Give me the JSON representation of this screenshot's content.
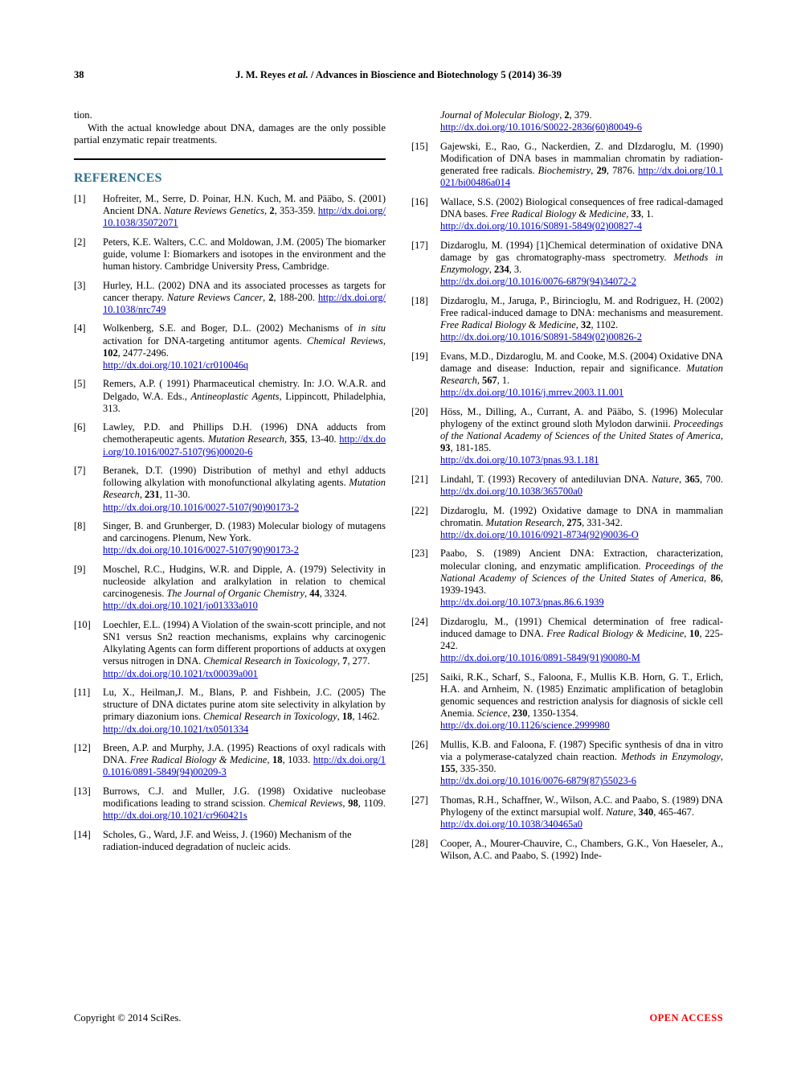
{
  "page": {
    "folio": "38",
    "running_title_prefix": "J. M. Reyes ",
    "running_title_etal": "et al.",
    "running_title_suffix": " / Advances in Bioscience and Biotechnology 5 (2014) 36-39"
  },
  "colors": {
    "heading": "#2E7190",
    "link": "#0000CC",
    "open_access": "#FF0000"
  },
  "left_column": {
    "continued_paragraph": "tion.",
    "paragraph_2": "With the actual knowledge about DNA, damages are the only possible partial enzymatic repair treatments.",
    "section_heading": "REFERENCES"
  },
  "references": [
    {
      "num": "[1]",
      "text_before": "Hofreiter, M., Serre, D. Poinar, H.N. Kuch, M. and Pääbo, S. (2001) Ancient DNA. ",
      "italic": "Nature Reviews Genetics",
      "text_mid": ", ",
      "bold": "2",
      "text_after": ", 353-359. ",
      "doi": "http://dx.doi.org/10.1038/35072071"
    },
    {
      "num": "[2]",
      "text_before": "Peters, K.E. Walters, C.C. and Moldowan, J.M. (2005) The biomarker guide, volume I: Biomarkers and isotopes in the environment and the human history. Cambridge University Press, Cambridge.",
      "italic": "",
      "text_mid": "",
      "bold": "",
      "text_after": "",
      "doi": ""
    },
    {
      "num": "[3]",
      "text_before": "Hurley, H.L. (2002) DNA and its associated processes as targets for cancer therapy. ",
      "italic": "Nature Reviews Cancer",
      "text_mid": ", ",
      "bold": "2",
      "text_after": ", 188-200. ",
      "doi": "http://dx.doi.org/10.1038/nrc749"
    },
    {
      "num": "[4]",
      "text_before": "Wolkenberg, S.E. and Boger, D.L. (2002) Mechanisms of ",
      "italic_lead": "in situ",
      "text_lead_after": " activation for DNA-targeting antitumor agents. ",
      "italic": "Chemical Reviews",
      "text_mid": ", ",
      "bold": "102",
      "text_after": ", 2477-2496. ",
      "doi": "http://dx.doi.org/10.1021/cr010046q"
    },
    {
      "num": "[5]",
      "text_before": "Remers, A.P. ( 1991) Pharmaceutical chemistry. In: J.O. W.A.R. and Delgado, W.A. Eds., ",
      "italic": "Antineoplastic Agents",
      "text_mid": "",
      "bold": "",
      "text_after": ", Lippincott, Philadelphia, 313.",
      "doi": ""
    },
    {
      "num": "[6]",
      "text_before": "Lawley, P.D. and Phillips D.H. (1996) DNA adducts from chemotherapeutic agents. ",
      "italic": "Mutation Research",
      "text_mid": ", ",
      "bold": "355",
      "text_after": ", 13-40. ",
      "doi": "http://dx.doi.org/10.1016/0027-5107(96)00020-6"
    },
    {
      "num": "[7]",
      "text_before": "Beranek, D.T. (1990) Distribution of methyl and ethyl adducts following alkylation with monofunctional alkylating agents. ",
      "italic": "Mutation Research",
      "text_mid": ", ",
      "bold": "231",
      "text_after": ", 11-30. ",
      "doi": "http://dx.doi.org/10.1016/0027-5107(90)90173-2"
    },
    {
      "num": "[8]",
      "text_before": "Singer, B. and Grunberger, D. (1983) Molecular biology of mutagens and carcinogens. Plenum, New York. ",
      "italic": "",
      "text_mid": "",
      "bold": "",
      "text_after": "",
      "doi": "http://dx.doi.org/10.1016/0027-5107(90)90173-2"
    },
    {
      "num": "[9]",
      "text_before": "Moschel, R.C., Hudgins, W.R. and Dipple, A. (1979) Selectivity in nucleoside alkylation and aralkylation in relation to chemical carcinogenesis. ",
      "italic": "The Journal of Organic Chemistry",
      "text_mid": ", ",
      "bold": "44",
      "text_after": ", 3324. ",
      "doi": "http://dx.doi.org/10.1021/jo01333a010"
    },
    {
      "num": "[10]",
      "text_before": "Loechler, E.L. (1994) A Violation of the swain-scott principle, and not SN1 versus Sn2 reaction mechanisms, explains why carcinogenic Alkylating Agents can form different proportions of adducts at oxygen versus nitrogen in DNA. ",
      "italic": "Chemical Research in Toxicology",
      "text_mid": ", ",
      "bold": "7",
      "text_after": ", 277. ",
      "doi": "http://dx.doi.org/10.1021/tx00039a001"
    },
    {
      "num": "[11]",
      "text_before": "Lu, X., Heilman,J. M., Blans, P. and Fishbein, J.C. (2005) The structure of DNA dictates purine atom site selectivity in alkylation by primary diazonium ions. ",
      "italic": "Chemical Research in Toxicology",
      "text_mid": ", ",
      "bold": "18",
      "text_after": ", 1462. ",
      "doi": "http://dx.doi.org/10.1021/tx0501334"
    },
    {
      "num": "[12]",
      "text_before": "Breen, A.P. and Murphy, J.A. (1995) Reactions of oxyl radicals with DNA. ",
      "italic": "Free Radical Biology & Medicine",
      "text_mid": ", ",
      "bold": "18",
      "text_after": ", 1033. ",
      "doi": "http://dx.doi.org/10.1016/0891-5849(94)00209-3"
    },
    {
      "num": "[13]",
      "text_before": "Burrows, C.J. and Muller, J.G. (1998) Oxidative nucleobase modifications leading to strand scission. ",
      "italic": "Chemical Reviews",
      "text_mid": ", ",
      "bold": "98",
      "text_after": ", 1109. ",
      "doi": "http://dx.doi.org/10.1021/cr960421s"
    },
    {
      "num": "[14]",
      "text_before": "Scholes, G., Ward, J.F. and Weiss, J. (1960) Mechanism of the radiation-induced degradation of nucleic acids.",
      "italic": "",
      "text_mid": "",
      "bold": "",
      "text_after": "",
      "doi": ""
    }
  ],
  "reference_14_continuation": {
    "italic": "Journal of Molecular Biology",
    "text_mid": ", ",
    "bold": "2",
    "text_after": ", 379. ",
    "doi": "http://dx.doi.org/10.1016/S0022-2836(60)80049-6"
  },
  "references_right": [
    {
      "num": "[15]",
      "text_before": "Gajewski, E., Rao, G., Nackerdien, Z. and DIzdaroglu, M. (1990) Modification of DNA bases in mammalian chromatin by radiation-generated free radicals. ",
      "italic": "Biochemistry",
      "text_mid": ", ",
      "bold": "29",
      "text_after": ", 7876. ",
      "doi": "http://dx.doi.org/10.1021/bi00486a014"
    },
    {
      "num": "[16]",
      "text_before": "Wallace, S.S. (2002) Biological consequences of free radical-damaged DNA bases. ",
      "italic": "Free Radical Biology & Medicine",
      "text_mid": ", ",
      "bold": "33",
      "text_after": ", 1. ",
      "doi": "http://dx.doi.org/10.1016/S0891-5849(02)00827-4"
    },
    {
      "num": "[17]",
      "text_before": "Dizdaroglu, M. (1994) [1]Chemical determination of oxidative DNA damage by gas chromatography-mass spectrometry. ",
      "italic": "Methods in Enzymology",
      "text_mid": ", ",
      "bold": "234",
      "text_after": ", 3. ",
      "doi": "http://dx.doi.org/10.1016/0076-6879(94)34072-2"
    },
    {
      "num": "[18]",
      "text_before": "Dizdaroglu, M., Jaruga, P., Birincioglu, M. and Rodriguez, H. (2002) Free radical-induced damage to DNA: mechanisms and measurement. ",
      "italic": "Free Radical Biology & Medicine",
      "text_mid": ", ",
      "bold": "32",
      "text_after": ", 1102. ",
      "doi": "http://dx.doi.org/10.1016/S0891-5849(02)00826-2"
    },
    {
      "num": "[19]",
      "text_before": "Evans, M.D., Dizdaroglu, M. and Cooke, M.S. (2004) Oxidative DNA damage and disease: Induction, repair and significance. ",
      "italic": "Mutation Research",
      "text_mid": ", ",
      "bold": "567",
      "text_after": ", 1. ",
      "doi": "http://dx.doi.org/10.1016/j.mrrev.2003.11.001"
    },
    {
      "num": "[20]",
      "text_before": "Höss, M., Dilling, A., Currant, A. and Pääbo, S. (1996) Molecular phylogeny of the extinct ground sloth Mylodon darwinii. ",
      "italic": "Proceedings of the National Academy of Sciences of the United States of America",
      "text_mid": ", ",
      "bold": "93",
      "text_after": ", 181-185. ",
      "doi": "http://dx.doi.org/10.1073/pnas.93.1.181"
    },
    {
      "num": "[21]",
      "text_before": "Lindahl, T. (1993) Recovery of antediluvian DNA. ",
      "italic": "Nature",
      "text_mid": ", ",
      "bold": "365",
      "text_after": ", 700. ",
      "doi": "http://dx.doi.org/10.1038/365700a0"
    },
    {
      "num": "[22]",
      "text_before": "Dizdaroglu, M. (1992) Oxidative damage to DNA in mammalian chromatin. ",
      "italic": "Mutation Research",
      "text_mid": ", ",
      "bold": "275",
      "text_after": ", 331-342. ",
      "doi": "http://dx.doi.org/10.1016/0921-8734(92)90036-O"
    },
    {
      "num": "[23]",
      "text_before": "Paabo, S. (1989) Ancient DNA: Extraction, characterization, molecular cloning, and enzymatic amplification. ",
      "italic": "Proceedings of the National Academy of Sciences of the United States of America",
      "text_mid": ", ",
      "bold": "86",
      "text_after": ", 1939-1943. ",
      "doi": "http://dx.doi.org/10.1073/pnas.86.6.1939"
    },
    {
      "num": "[24]",
      "text_before": "Dizdaroglu, M., (1991) Chemical determination of free radical-induced damage to DNA. ",
      "italic": "Free Radical Biology & Medicine",
      "text_mid": ", ",
      "bold": "10",
      "text_after": ", 225-242. ",
      "doi": "http://dx.doi.org/10.1016/0891-5849(91)90080-M"
    },
    {
      "num": "[25]",
      "text_before": "Saiki, R.K., Scharf, S., Faloona, F., Mullis K.B. Horn, G. T., Erlich, H.A. and Arnheim, N. (1985) Enzimatic amplification of betaglobin genomic sequences and restriction analysis for diagnosis of sickle cell Anemia. ",
      "italic": "Science",
      "text_mid": ", ",
      "bold": "230",
      "text_after": ", 1350-1354. ",
      "doi": "http://dx.doi.org/10.1126/science.2999980"
    },
    {
      "num": "[26]",
      "text_before": "Mullis, K.B. and Faloona, F. (1987) Specific synthesis of dna in vitro via a polymerase-catalyzed chain reaction. ",
      "italic": "Methods in Enzymology",
      "text_mid": ", ",
      "bold": "155",
      "text_after": ", 335-350. ",
      "doi": "http://dx.doi.org/10.1016/0076-6879(87)55023-6"
    },
    {
      "num": "[27]",
      "text_before": "Thomas, R.H., Schaffner, W., Wilson, A.C. and Paabo, S. (1989) DNA Phylogeny of the extinct marsupial wolf. ",
      "italic": "Nature",
      "text_mid": ", ",
      "bold": "340",
      "text_after": ", 465-467. ",
      "doi": "http://dx.doi.org/10.1038/340465a0"
    },
    {
      "num": "[28]",
      "text_before": "Cooper, A., Mourer-Chauvire, C., Chambers, G.K., Von Haeseler, A., Wilson, A.C. and Paabo, S. (1992) Inde-",
      "italic": "",
      "text_mid": "",
      "bold": "",
      "text_after": "",
      "doi": ""
    }
  ],
  "footer": {
    "copyright": "Copyright © 2014 SciRes.",
    "open_access": "OPEN ACCESS"
  }
}
